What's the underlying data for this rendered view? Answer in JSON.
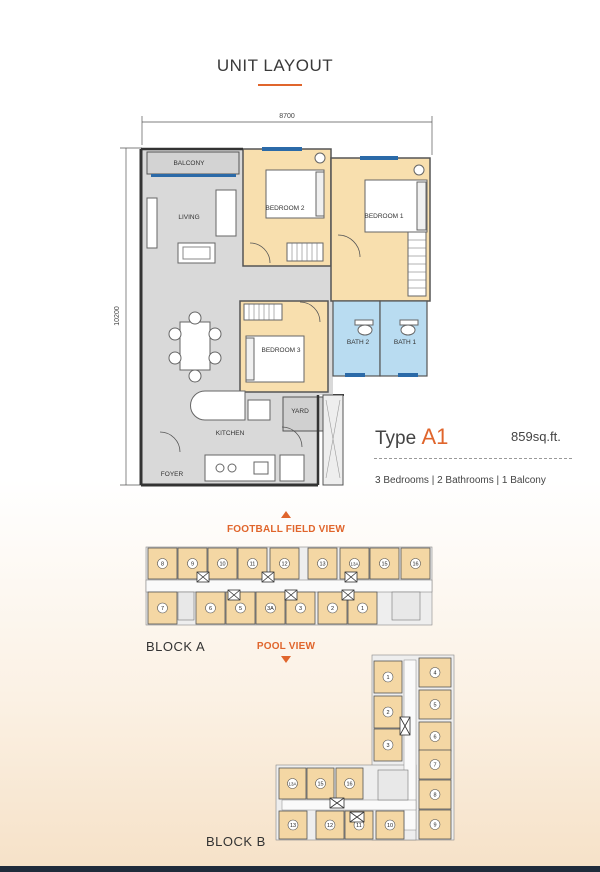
{
  "header": {
    "title": "UNIT LAYOUT"
  },
  "plan": {
    "width_dim": "8700",
    "height_dim": "10200",
    "rooms": {
      "balcony": "BALCONY",
      "living": "LIVING",
      "bedroom2": "BEDROOM 2",
      "bedroom1": "BEDROOM 1",
      "bedroom3": "BEDROOM 3",
      "bath2": "BATH 2",
      "bath1": "BATH 1",
      "yard": "YARD",
      "kitchen": "KITCHEN",
      "foyer": "FOYER"
    }
  },
  "unit": {
    "type_prefix": "Type",
    "type_code": "A1",
    "size": "859sq.ft.",
    "spec": "3 Bedrooms | 2 Bathrooms | 1 Balcony"
  },
  "views": {
    "top": "FOOTBALL FIELD VIEW",
    "bottom": "POOL VIEW"
  },
  "block_a": {
    "label": "BLOCK  A",
    "top_units": [
      "8",
      "9",
      "10",
      "11",
      "12",
      "13",
      "13A",
      "15",
      "16"
    ],
    "bottom_units": [
      "7",
      "6",
      "5",
      "3A",
      "3",
      "2",
      "1"
    ]
  },
  "block_b": {
    "label": "BLOCK  B",
    "left_col": [
      "1",
      "2",
      "3"
    ],
    "right_col": [
      "4",
      "5",
      "6",
      "7",
      "8",
      "9"
    ],
    "wing_top": [
      "13A",
      "15",
      "16"
    ],
    "wing_bottom": [
      "13",
      "12",
      "11",
      "10"
    ]
  },
  "colors": {
    "accent": "#e0652c",
    "bedroom": "#f8dfae",
    "bath": "#b9dcf1",
    "common": "#d9d9d9",
    "unit": "#f4d7a4"
  }
}
